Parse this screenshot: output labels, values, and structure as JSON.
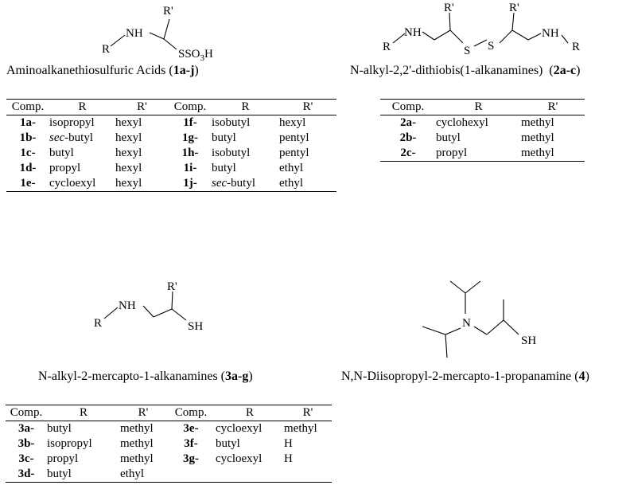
{
  "block1": {
    "labels": {
      "nh": "NH",
      "r": "R",
      "rp": "R'",
      "sso3h": "SSO",
      "sub3": "3",
      "h": "H"
    },
    "caption_text": "Aminoalkanethiosulfuric Acids (",
    "caption_id": "1a-j",
    "caption_close": ")",
    "headers": [
      "Comp.",
      "R",
      "R'",
      "Comp.",
      "R",
      "R'"
    ],
    "rows": [
      {
        "c1": "1a-",
        "r1": "isopropyl",
        "rp1": "hexyl",
        "c2": "1f-",
        "r2": "isobutyl",
        "rp2": "hexyl"
      },
      {
        "c1": "1b-",
        "r1_it": "sec",
        "r1": "-butyl",
        "rp1": "hexyl",
        "c2": "1g-",
        "r2": "butyl",
        "rp2": "pentyl"
      },
      {
        "c1": "1c-",
        "r1": "butyl",
        "rp1": "hexyl",
        "c2": "1h-",
        "r2": "isobutyl",
        "rp2": "pentyl"
      },
      {
        "c1": "1d-",
        "r1": "propyl",
        "rp1": "hexyl",
        "c2": "1i-",
        "r2": "butyl",
        "rp2": "ethyl"
      },
      {
        "c1": "1e-",
        "r1": "cycloexyl",
        "rp1": "hexyl",
        "c2": "1j-",
        "r2_it": "sec",
        "r2": "-butyl",
        "rp2": "ethyl"
      }
    ]
  },
  "block2": {
    "labels": {
      "nh_left": "NH",
      "nh_right": "NH",
      "r_left": "R",
      "r_right": "R",
      "rp_left": "R'",
      "rp_right": "R'",
      "s_left": "S",
      "s_right": "S"
    },
    "caption_text": "N-alkyl-2,2'-dithiobis(1-alkanamines)",
    "caption_id": "2a-c",
    "headers": [
      "Comp.",
      "R",
      "R'"
    ],
    "rows": [
      {
        "c": "2a-",
        "r": "cyclohexyl",
        "rp": "methyl"
      },
      {
        "c": "2b-",
        "r": "butyl",
        "rp": "methyl"
      },
      {
        "c": "2c-",
        "r": "propyl",
        "rp": "methyl"
      }
    ]
  },
  "block3": {
    "labels": {
      "nh": "NH",
      "r": "R",
      "rp": "R'",
      "sh": "SH"
    },
    "caption_text": "N-alkyl-2-mercapto-1-alkanamines (",
    "caption_id": "3a-g",
    "caption_close": ")",
    "headers": [
      "Comp.",
      "R",
      "R'",
      "Comp.",
      "R",
      "R'"
    ],
    "rows": [
      {
        "c1": "3a-",
        "r1": "butyl",
        "rp1": "methyl",
        "c2": "3e-",
        "r2": "cycloexyl",
        "rp2": "methyl"
      },
      {
        "c1": "3b-",
        "r1": "isopropyl",
        "rp1": "methyl",
        "c2": "3f-",
        "r2": "butyl",
        "rp2": "H"
      },
      {
        "c1": "3c-",
        "r1": "propyl",
        "rp1": "methyl",
        "c2": "3g-",
        "r2": "cycloexyl",
        "rp2": "H"
      },
      {
        "c1": "3d-",
        "r1": "butyl",
        "rp1": "ethyl",
        "c2": "",
        "r2": "",
        "rp2": ""
      }
    ]
  },
  "block4": {
    "labels": {
      "n": "N",
      "sh": "SH"
    },
    "caption_text": "N,N-Diisopropyl-2-mercapto-1-propanamine (",
    "caption_id": "4",
    "caption_close": ")"
  }
}
